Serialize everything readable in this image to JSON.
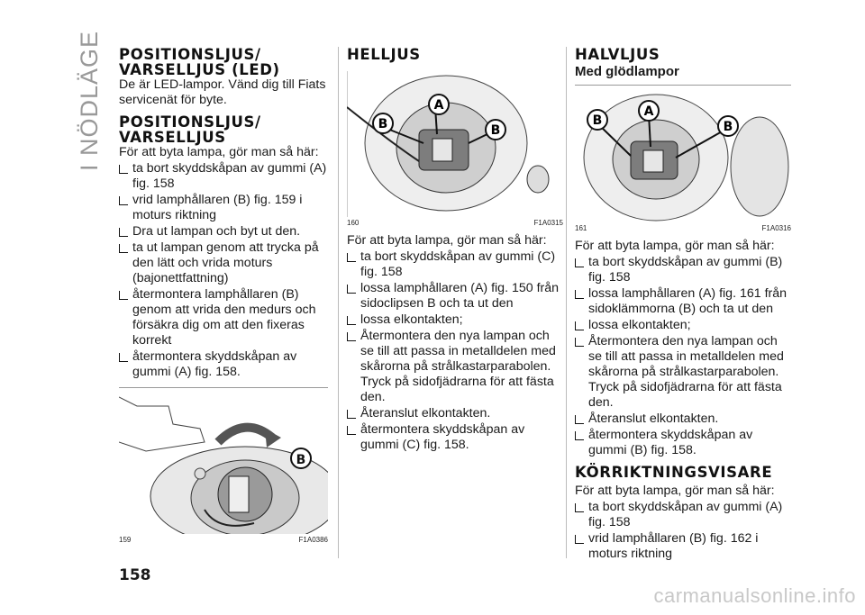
{
  "sidebar_tab": "I NÖDLÄGE",
  "page_number": "158",
  "watermark": "carmanualsonline.info",
  "col1": {
    "h1": "POSITIONSLJUS/ VARSELLJUS (LED)",
    "p1": "De är LED-lampor. Vänd dig till Fiats servicenät för byte.",
    "h2": "POSITIONSLJUS/ VARSELLJUS",
    "intro": "För att byta lampa, gör man så här:",
    "steps": [
      "ta bort skyddskåpan av gummi (A) fig. 158",
      "vrid lamphållaren (B) fig. 159 i moturs riktning",
      "Dra ut lampan och byt ut den.",
      "ta ut lampan genom att trycka på den lätt och vrida moturs (bajonettfattning)",
      "återmontera lamphållaren (B) genom att vrida den medurs och försäkra dig om att den fixeras korrekt",
      "återmontera skyddskåpan av gummi (A) fig. 158."
    ],
    "figure": {
      "number": "159",
      "code": "F1A0386",
      "label_b": "B"
    }
  },
  "col2": {
    "h1": "HELLJUS",
    "figure": {
      "number": "160",
      "code": "F1A0315",
      "label_a": "A",
      "label_b1": "B",
      "label_b2": "B"
    },
    "intro": "För att byta lampa, gör man så här:",
    "steps": [
      "ta bort skyddskåpan av gummi (C) fig. 158",
      "lossa lamphållaren (A) fig. 150 från sidoclipsen B och ta ut den",
      "lossa elkontakten;",
      "Återmontera den nya lampan och se till att passa in metalldelen med skårorna på strålkastarparabolen. Tryck på sidofjädrarna för att fästa den.",
      "Återanslut elkontakten.",
      "återmontera skyddskåpan av gummi (C) fig. 158."
    ]
  },
  "col3": {
    "h1": "HALVLJUS",
    "sub": "Med glödlampor",
    "figure": {
      "number": "161",
      "code": "F1A0316",
      "label_a": "A",
      "label_b1": "B",
      "label_b2": "B"
    },
    "intro": "För att byta lampa, gör man så här:",
    "steps": [
      "ta bort skyddskåpan av gummi (B) fig. 158",
      "lossa lamphållaren (A) fig. 161 från sidoklämmorna (B) och ta ut den",
      "lossa elkontakten;",
      "Återmontera den nya lampan och se till att passa in metalldelen med skårorna på strålkastarparabolen. Tryck på sidofjädrarna för att fästa den.",
      "Återanslut elkontakten.",
      "återmontera skyddskåpan av gummi (B) fig. 158."
    ],
    "h2": "KÖRRIKTNINGSVISARE",
    "intro2": "För att byta lampa, gör man så här:",
    "steps2": [
      "ta bort skyddskåpan av gummi (A) fig. 158",
      "vrid lamphållaren (B) fig. 162 i moturs riktning"
    ]
  }
}
